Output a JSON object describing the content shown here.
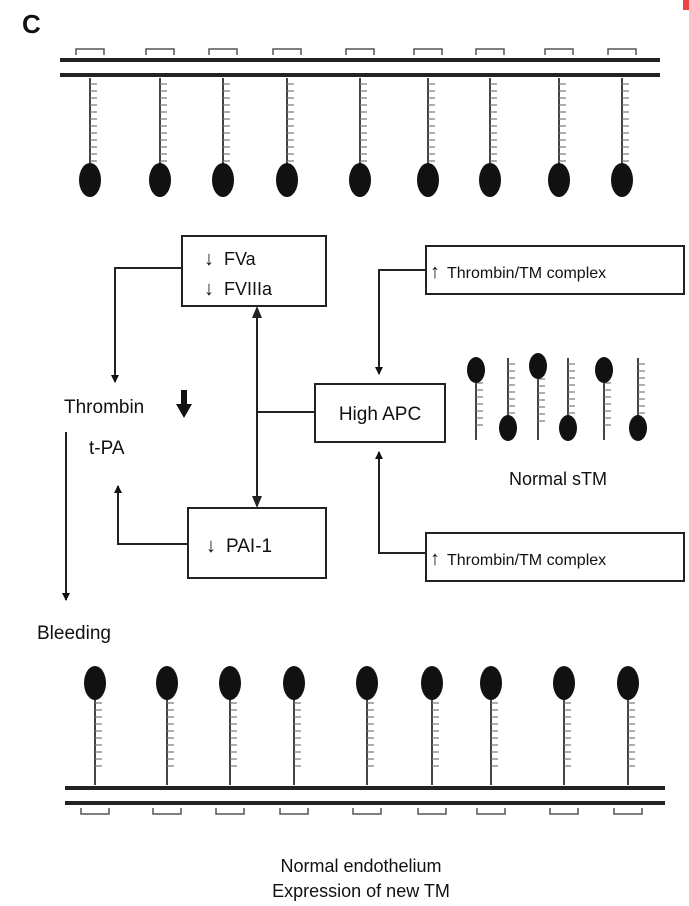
{
  "panel_label": "C",
  "boxes": {
    "fva": "FVa",
    "fviiia": "FVIIIa",
    "pai1": "PAI-1",
    "high_apc": "High APC",
    "complex_top": "Thrombin/TM complex",
    "complex_bottom": "Thrombin/TM complex"
  },
  "labels": {
    "thrombin": "Thrombin",
    "tpa": "t-PA",
    "bleeding": "Bleeding",
    "normal_stm": "Normal sTM"
  },
  "caption": {
    "line1": "Normal endothelium",
    "line2": "Expression of new TM"
  },
  "colors": {
    "ink": "#111111",
    "edge_accent": "#e44444"
  }
}
